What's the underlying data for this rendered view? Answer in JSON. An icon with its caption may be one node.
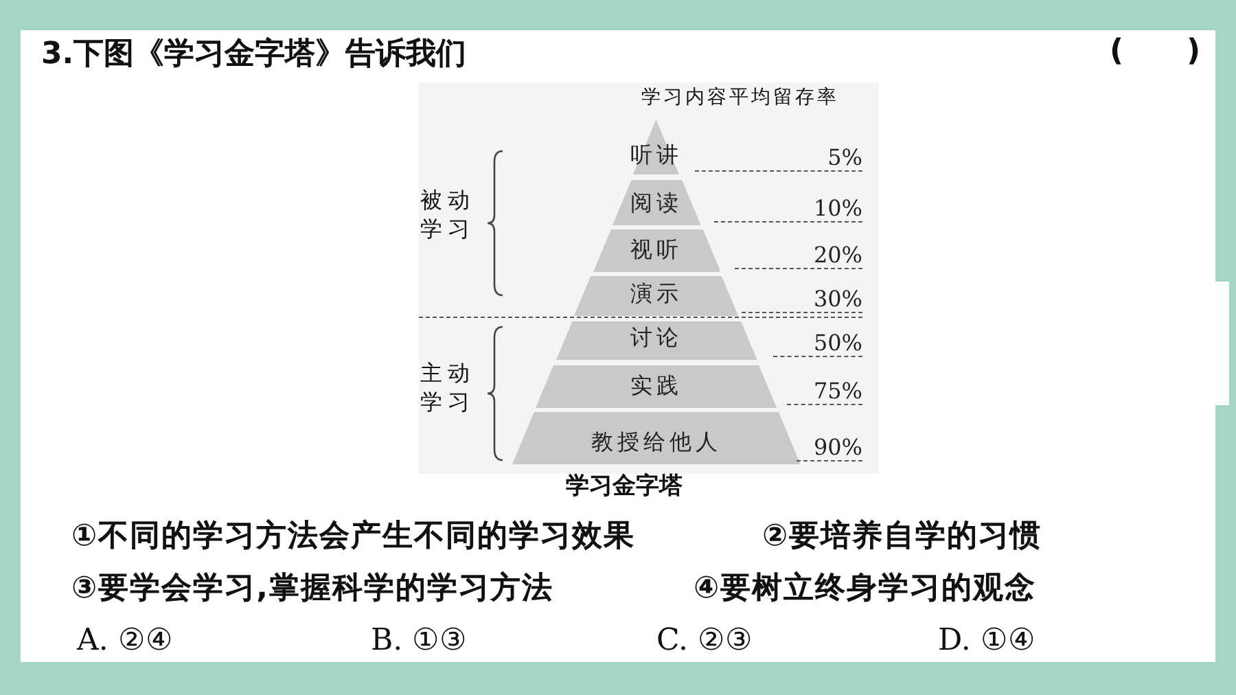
{
  "diagram": {
    "title": "3.下图《学习金字塔》告诉我们",
    "nodes": [
      {
        "text": [
          "听讲"
        ]
      },
      {
        "text": [
          "阅读"
        ]
      },
      {
        "text": [
          "视听"
        ]
      },
      {
        "text": [
          "演示"
        ]
      },
      {
        "text": [
          "讨论"
        ]
      },
      {
        "text": [
          "实践"
        ]
      },
      {
        "text": [
          "教授给他人"
        ]
      }
    ],
    "labels": [
      "(      )",
      "学习内容平均留存率",
      "5%",
      "10%",
      "20%",
      "30%",
      "50%",
      "75%",
      "90%",
      "被动学习",
      "主动学习",
      "学习金字塔",
      "①不同的学习方法会产生不同的学习效果",
      "②要培养自学的习惯",
      "③要学会学习,掌握科学的学习方法",
      "④要树立终身学习的观念",
      "A. ②④",
      "B. ①③",
      "C. ②③",
      "D. ①④"
    ]
  }
}
